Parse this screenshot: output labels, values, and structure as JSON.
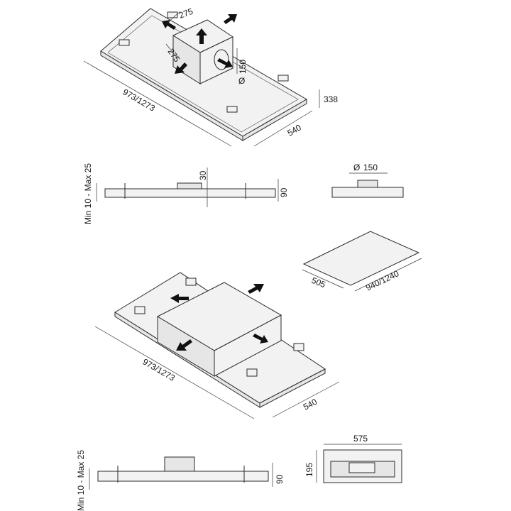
{
  "top_view": {
    "dims": {
      "spigot_w": "275",
      "spigot_d": "275",
      "spigot_dia": "150",
      "dia_symbol": "Ø",
      "height": "338",
      "length": "973/1273",
      "depth": "540"
    }
  },
  "side_view_a": {
    "dims": {
      "adjust": "Min 10 - Max 25",
      "offset": "30",
      "height": "90"
    }
  },
  "end_view_a": {
    "dims": {
      "dia_symbol": "Ø",
      "dia": "150"
    }
  },
  "cutout": {
    "dims": {
      "depth": "505",
      "length": "940/1240"
    }
  },
  "bottom_view": {
    "dims": {
      "length": "973/1273",
      "depth": "540"
    }
  },
  "side_view_b": {
    "dims": {
      "adjust": "Min 10 - Max 25",
      "height": "90"
    }
  },
  "end_view_b": {
    "dims": {
      "width": "575",
      "height": "195"
    }
  }
}
